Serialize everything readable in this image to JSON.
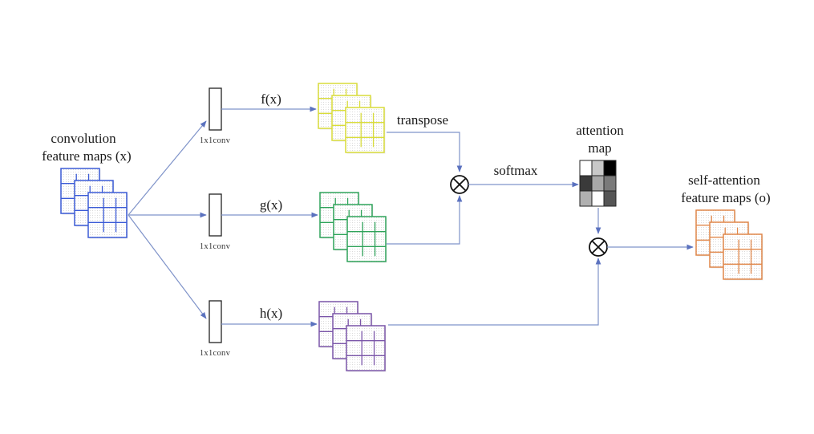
{
  "diagram": {
    "input": {
      "label_line1": "convolution",
      "label_line2": "feature maps (x)",
      "color": "#3b5bd6"
    },
    "branches": [
      {
        "id": "f",
        "conv_label": "1x1conv",
        "func_label": "f(x)",
        "color": "#d9dc3a"
      },
      {
        "id": "g",
        "conv_label": "1x1conv",
        "func_label": "g(x)",
        "color": "#2fa35a"
      },
      {
        "id": "h",
        "conv_label": "1x1conv",
        "func_label": "h(x)",
        "color": "#7a55a8"
      }
    ],
    "transpose_label": "transpose",
    "softmax_label": "softmax",
    "attention": {
      "label_line1": "attention",
      "label_line2": "map",
      "cells": [
        [
          "#ffffff",
          "#c8c8c8",
          "#000000"
        ],
        [
          "#3a3a3a",
          "#a8a8a8",
          "#7a7a7a"
        ],
        [
          "#b0b0b0",
          "#ffffff",
          "#555555"
        ]
      ]
    },
    "output": {
      "label_line1": "self-attention",
      "label_line2": "feature maps (o)",
      "color": "#e0874a"
    },
    "multiply_symbol": "⊗",
    "arrow_color": "#7f93c9"
  }
}
